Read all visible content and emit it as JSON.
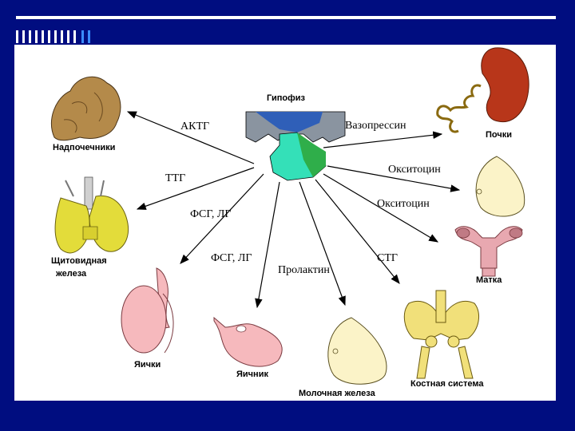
{
  "center": {
    "label": "Гипофиз"
  },
  "organs": {
    "adrenal": "Надпочечники",
    "thyroid_1": "Щитовидная",
    "thyroid_2": "железа",
    "testes": "Яички",
    "ovary": "Яичник",
    "mammary": "Молочная железа",
    "bones": "Костная система",
    "uterus": "Матка",
    "kidney": "Почки"
  },
  "hormones": {
    "acth": "АКТГ",
    "tsh": "ТТГ",
    "fsh_lh_1": "ФСГ, ЛГ",
    "fsh_lh_2": "ФСГ, ЛГ",
    "prolactin": "Пролактин",
    "stg": "СТГ",
    "vasopressin": "Вазопрессин",
    "oxytocin_1": "Окситоцин",
    "oxytocin_2": "Окситоцин"
  },
  "colors": {
    "background": "#000d80",
    "panel": "#ffffff",
    "adrenal": "#b48a4a",
    "thyroid": "#e3dc3a",
    "testes": "#f6b9bd",
    "kidney": "#b8361a",
    "breast": "#fbf3c8",
    "bone": "#f1e07a",
    "pituitary_green": "#2fae4a",
    "pituitary_cyan": "#34e0b8",
    "pituitary_gray": "#8a94a0"
  }
}
